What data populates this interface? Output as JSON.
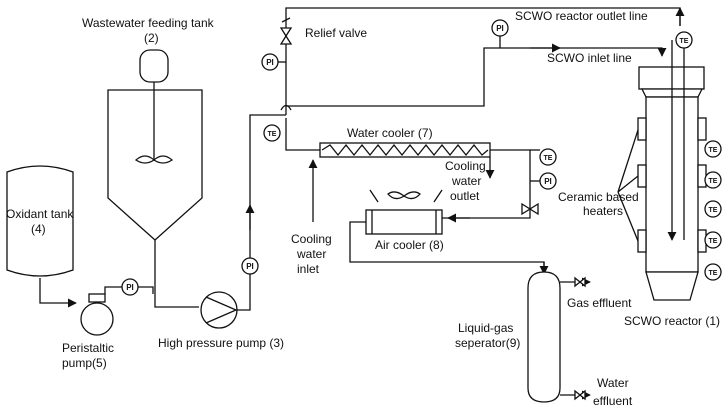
{
  "labels": {
    "feed_tank_name": "Wastewater feeding tank",
    "feed_tank_num": "(2)",
    "oxidant_name": "Oxidant tank",
    "oxidant_num": "(4)",
    "peristaltic_name": "Peristaltic",
    "peristaltic_num": "pump(5)",
    "hp_pump": "High pressure pump (3)",
    "relief_valve": "Relief valve",
    "outlet_line": "SCWO reactor outlet line",
    "inlet_line": "SCWO inlet line",
    "water_cooler": "Water cooler (7)",
    "cooling_outlet_1": "Cooling",
    "cooling_outlet_2": "water",
    "cooling_outlet_3": "outlet",
    "cooling_inlet_1": "Cooling",
    "cooling_inlet_2": "water",
    "cooling_inlet_3": "inlet",
    "air_cooler": "Air cooler (8)",
    "heaters_1": "Ceramic based",
    "heaters_2": "heaters",
    "separator_1": "Liquid-gas",
    "separator_2": "seperator(9)",
    "gas_effluent": "Gas effluent",
    "reactor": "SCWO reactor (1)",
    "water_effluent_1": "Water",
    "water_effluent_2": "effluent"
  },
  "instruments": {
    "pi": "PI",
    "te": "TE"
  },
  "colors": {
    "line": "#111111",
    "background": "#ffffff"
  }
}
